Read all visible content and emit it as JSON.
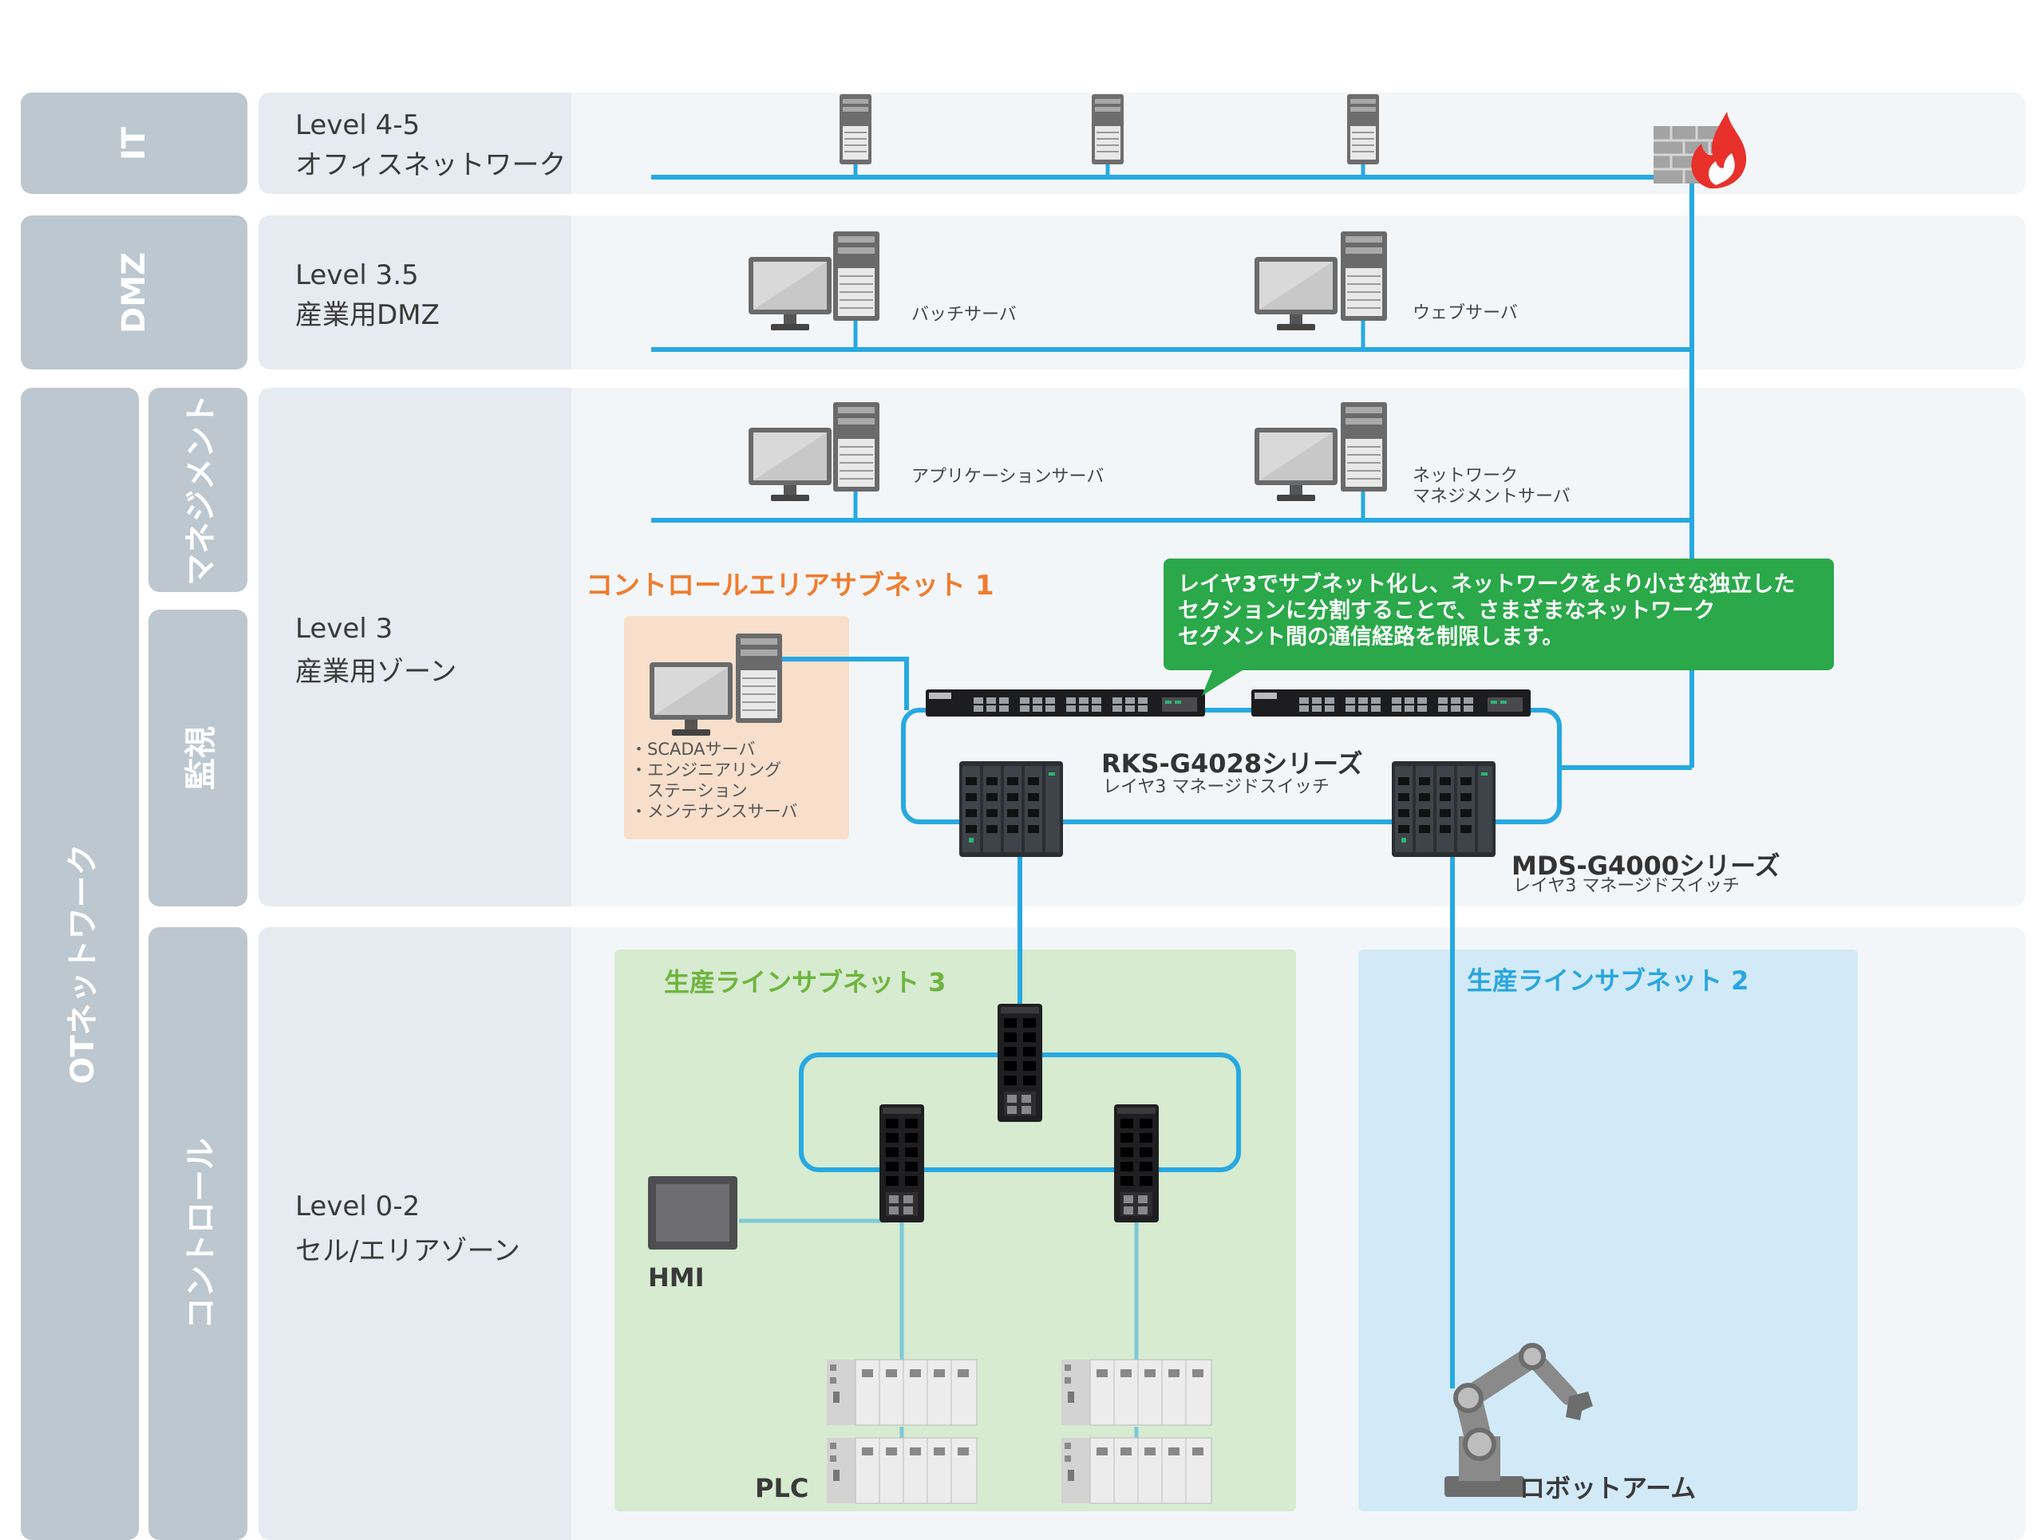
{
  "side_labels": {
    "it": "IT",
    "dmz": "DMZ",
    "ot": "OTネットワーク",
    "management": "マネジメント",
    "monitoring": "監視",
    "control": "コントロール"
  },
  "levels": {
    "level45": {
      "number": "Level 4-5",
      "name": "オフィスネットワーク"
    },
    "level35": {
      "number": "Level 3.5",
      "name": "産業用DMZ"
    },
    "level3": {
      "number": "Level 3",
      "name": "産業用ゾーン"
    },
    "level02": {
      "number": "Level 0-2",
      "name": "セル/エリアゾーン"
    }
  },
  "servers": {
    "batch": "バッチサーバ",
    "web": "ウェブサーバ",
    "application": "アプリケーションサーバ",
    "nms_line1": "ネットワーク",
    "nms_line2": "マネジメントサーバ"
  },
  "subnets": {
    "control_area": {
      "title": "コントロールエリアサブネット 1",
      "items": [
        "・SCADAサーバ",
        "・エンジニアリング",
        "　ステーション",
        "・メンテナンスサーバ"
      ]
    },
    "production3": "生産ラインサブネット 3",
    "production2": "生産ラインサブネット 2"
  },
  "callout": {
    "lines": [
      "レイヤ3でサブネット化し、ネットワークをより小さな独立した",
      "セクションに分割することで、さまざまなネットワーク",
      "セグメント間の通信経路を制限します。"
    ]
  },
  "products": {
    "rks": {
      "name": "RKS-G4028シリーズ",
      "desc": "レイヤ3 マネージドスイッチ"
    },
    "mds": {
      "name": "MDS-G4000シリーズ",
      "desc": "レイヤ3 マネージドスイッチ"
    }
  },
  "devices": {
    "hmi": "HMI",
    "plc": "PLC",
    "robot": "ロボットアーム"
  },
  "colors": {
    "network_line": "#27a9e1",
    "side_label": "#bcc7cf",
    "zone_bg": "#f3f6f9",
    "callout": "#2aa84a",
    "subnet1_bg": "#f7dfcb",
    "subnet3_bg": "#d6ebd0",
    "subnet2_bg": "#d2eaf8",
    "firewall_flame": "#e8312a"
  },
  "icons": [
    "tower-server-icon",
    "desktop-computer-icon",
    "firewall-icon",
    "rack-switch-icon",
    "modular-switch-icon",
    "din-rail-switch-icon",
    "hmi-panel-icon",
    "plc-icon",
    "robot-arm-icon"
  ]
}
